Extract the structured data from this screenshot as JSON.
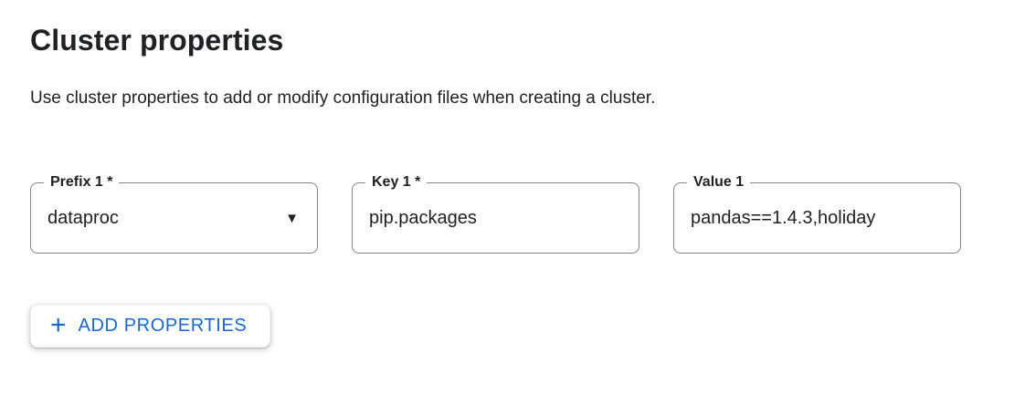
{
  "header": {
    "title": "Cluster properties",
    "description": "Use cluster properties to add or modify configuration files when creating a cluster."
  },
  "property_row": {
    "prefix": {
      "label": "Prefix 1 *",
      "value": "dataproc",
      "required": true,
      "control": "dropdown"
    },
    "key": {
      "label": "Key 1 *",
      "value": "pip.packages",
      "required": true,
      "control": "text-input"
    },
    "value": {
      "label": "Value 1",
      "value": "pandas==1.4.3,holiday",
      "required": false,
      "control": "text-input"
    }
  },
  "add_button": {
    "label": "ADD PROPERTIES"
  },
  "icons": {
    "plus-icon": "+",
    "dropdown-arrow-icon": "▼"
  },
  "colors": {
    "accent_blue": "#1967d2",
    "field_border": "#80868b",
    "text_primary": "#202124",
    "background": "#ffffff"
  }
}
